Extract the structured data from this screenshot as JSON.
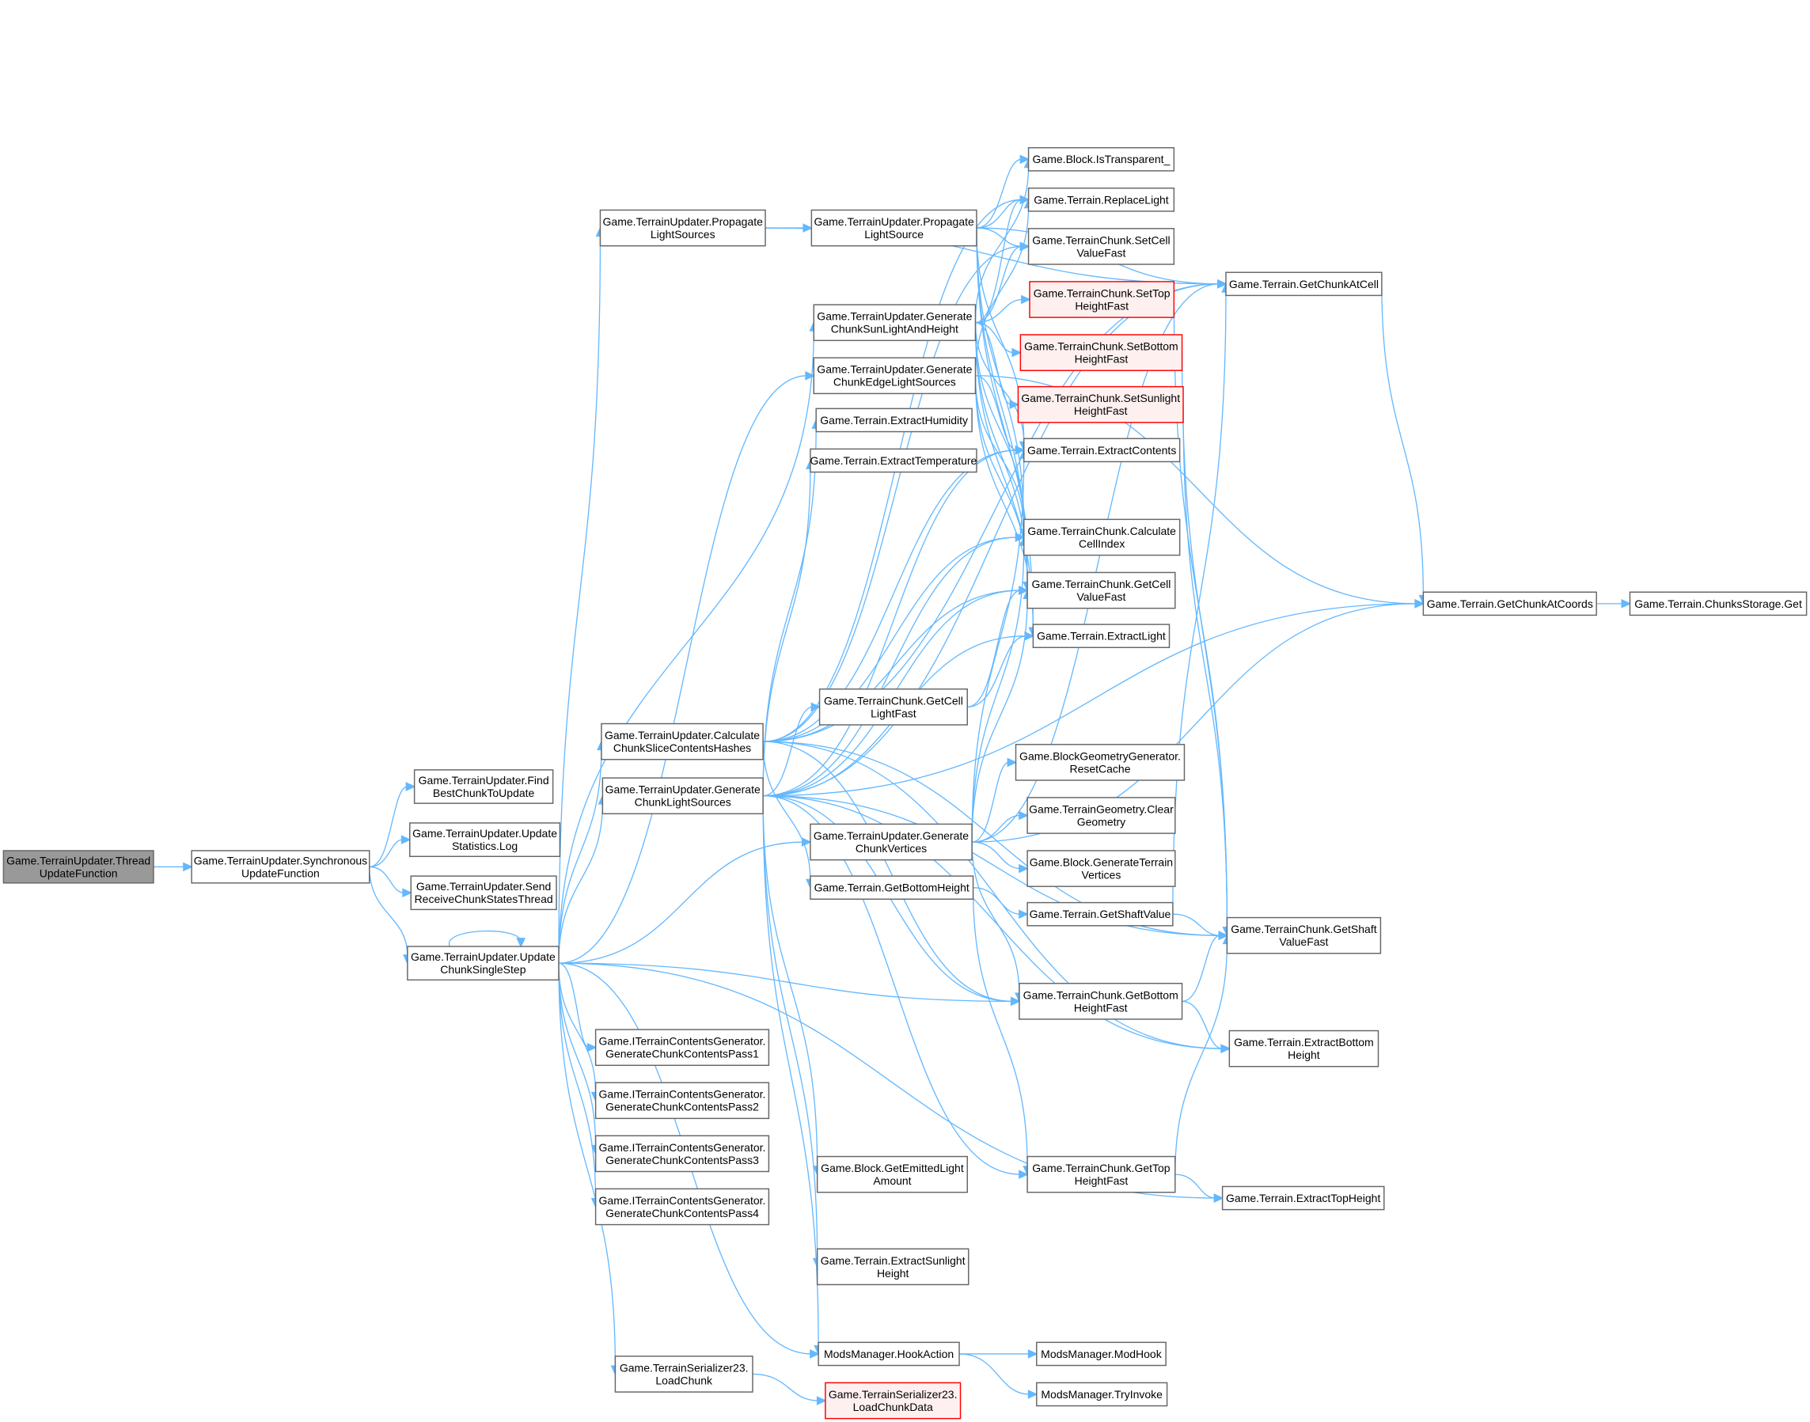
{
  "diagram": {
    "type": "call-graph",
    "colors": {
      "edge": "#63b8ff",
      "node_border": "#666666",
      "root_fill": "#999999",
      "warn_border": "#ff0000",
      "warn_fill": "#fff0f0"
    },
    "nodes": [
      {
        "id": "thread",
        "lines": [
          "Game.TerrainUpdater.Thread",
          "UpdateFunction"
        ],
        "style": "root"
      },
      {
        "id": "sync",
        "lines": [
          "Game.TerrainUpdater.Synchronous",
          "UpdateFunction"
        ]
      },
      {
        "id": "findbest",
        "lines": [
          "Game.TerrainUpdater.Find",
          "BestChunkToUpdate"
        ]
      },
      {
        "id": "statslog",
        "lines": [
          "Game.TerrainUpdater.Update",
          "Statistics.Log"
        ]
      },
      {
        "id": "sendrecv",
        "lines": [
          "Game.TerrainUpdater.Send",
          "ReceiveChunkStatesThread"
        ]
      },
      {
        "id": "singlestep",
        "lines": [
          "Game.TerrainUpdater.Update",
          "ChunkSingleStep"
        ]
      },
      {
        "id": "propsources",
        "lines": [
          "Game.TerrainUpdater.Propagate",
          "LightSources"
        ]
      },
      {
        "id": "calchashes",
        "lines": [
          "Game.TerrainUpdater.Calculate",
          "ChunkSliceContentsHashes"
        ]
      },
      {
        "id": "genlightsrc",
        "lines": [
          "Game.TerrainUpdater.Generate",
          "ChunkLightSources"
        ]
      },
      {
        "id": "pass1",
        "lines": [
          "Game.ITerrainContentsGenerator.",
          "GenerateChunkContentsPass1"
        ]
      },
      {
        "id": "pass2",
        "lines": [
          "Game.ITerrainContentsGenerator.",
          "GenerateChunkContentsPass2"
        ]
      },
      {
        "id": "pass3",
        "lines": [
          "Game.ITerrainContentsGenerator.",
          "GenerateChunkContentsPass3"
        ]
      },
      {
        "id": "pass4",
        "lines": [
          "Game.ITerrainContentsGenerator.",
          "GenerateChunkContentsPass4"
        ]
      },
      {
        "id": "loadchunk",
        "lines": [
          "Game.TerrainSerializer23.",
          "LoadChunk"
        ]
      },
      {
        "id": "propsource",
        "lines": [
          "Game.TerrainUpdater.Propagate",
          "LightSource"
        ]
      },
      {
        "id": "gensun",
        "lines": [
          "Game.TerrainUpdater.Generate",
          "ChunkSunLightAndHeight"
        ]
      },
      {
        "id": "genedge",
        "lines": [
          "Game.TerrainUpdater.Generate",
          "ChunkEdgeLightSources"
        ]
      },
      {
        "id": "humidity",
        "lines": [
          "Game.Terrain.ExtractHumidity"
        ]
      },
      {
        "id": "temperature",
        "lines": [
          "Game.Terrain.ExtractTemperature"
        ]
      },
      {
        "id": "getcelllight",
        "lines": [
          "Game.TerrainChunk.GetCell",
          "LightFast"
        ]
      },
      {
        "id": "genvertices",
        "lines": [
          "Game.TerrainUpdater.Generate",
          "ChunkVertices"
        ]
      },
      {
        "id": "getbottomh",
        "lines": [
          "Game.Terrain.GetBottomHeight"
        ]
      },
      {
        "id": "emitted",
        "lines": [
          "Game.Block.GetEmittedLight",
          "Amount"
        ]
      },
      {
        "id": "sunlighth",
        "lines": [
          "Game.Terrain.ExtractSunlight",
          "Height"
        ]
      },
      {
        "id": "hookaction",
        "lines": [
          "ModsManager.HookAction"
        ]
      },
      {
        "id": "loadchunkdata",
        "lines": [
          "Game.TerrainSerializer23.",
          "LoadChunkData"
        ],
        "style": "red"
      },
      {
        "id": "istransparent",
        "lines": [
          "Game.Block.IsTransparent_"
        ]
      },
      {
        "id": "replacelight",
        "lines": [
          "Game.Terrain.ReplaceLight"
        ]
      },
      {
        "id": "setcell",
        "lines": [
          "Game.TerrainChunk.SetCell",
          "ValueFast"
        ]
      },
      {
        "id": "settop",
        "lines": [
          "Game.TerrainChunk.SetTop",
          "HeightFast"
        ],
        "style": "red"
      },
      {
        "id": "setbottom",
        "lines": [
          "Game.TerrainChunk.SetBottom",
          "HeightFast"
        ],
        "style": "red"
      },
      {
        "id": "setsun",
        "lines": [
          "Game.TerrainChunk.SetSunlight",
          "HeightFast"
        ],
        "style": "red"
      },
      {
        "id": "extcontents",
        "lines": [
          "Game.Terrain.ExtractContents"
        ]
      },
      {
        "id": "calcindex",
        "lines": [
          "Game.TerrainChunk.Calculate",
          "CellIndex"
        ]
      },
      {
        "id": "getcellvalue",
        "lines": [
          "Game.TerrainChunk.GetCell",
          "ValueFast"
        ]
      },
      {
        "id": "extlight",
        "lines": [
          "Game.Terrain.ExtractLight"
        ]
      },
      {
        "id": "resetcache",
        "lines": [
          "Game.BlockGeometryGenerator.",
          "ResetCache"
        ]
      },
      {
        "id": "cleargeom",
        "lines": [
          "Game.TerrainGeometry.Clear",
          "Geometry"
        ]
      },
      {
        "id": "genterrverts",
        "lines": [
          "Game.Block.GenerateTerrain",
          "Vertices"
        ]
      },
      {
        "id": "getshaft",
        "lines": [
          "Game.Terrain.GetShaftValue"
        ]
      },
      {
        "id": "getbottomfast",
        "lines": [
          "Game.TerrainChunk.GetBottom",
          "HeightFast"
        ]
      },
      {
        "id": "gettopfast",
        "lines": [
          "Game.TerrainChunk.GetTop",
          "HeightFast"
        ]
      },
      {
        "id": "getchunkcell",
        "lines": [
          "Game.Terrain.GetChunkAtCell"
        ]
      },
      {
        "id": "getshaftfast",
        "lines": [
          "Game.TerrainChunk.GetShaft",
          "ValueFast"
        ]
      },
      {
        "id": "extbottom",
        "lines": [
          "Game.Terrain.ExtractBottom",
          "Height"
        ]
      },
      {
        "id": "exttop",
        "lines": [
          "Game.Terrain.ExtractTopHeight"
        ]
      },
      {
        "id": "getchunkcoords",
        "lines": [
          "Game.Terrain.GetChunkAtCoords"
        ]
      },
      {
        "id": "chunksget",
        "lines": [
          "Game.Terrain.ChunksStorage.Get"
        ]
      },
      {
        "id": "modhook",
        "lines": [
          "ModsManager.ModHook"
        ]
      },
      {
        "id": "tryinvoke",
        "lines": [
          "ModsManager.TryInvoke"
        ]
      }
    ],
    "edges": [
      [
        "thread",
        "sync"
      ],
      [
        "sync",
        "findbest"
      ],
      [
        "sync",
        "statslog"
      ],
      [
        "sync",
        "sendrecv"
      ],
      [
        "sync",
        "singlestep"
      ],
      [
        "singlestep",
        "singlestep"
      ],
      [
        "singlestep",
        "propsources"
      ],
      [
        "singlestep",
        "calchashes"
      ],
      [
        "singlestep",
        "genlightsrc"
      ],
      [
        "singlestep",
        "gensun"
      ],
      [
        "singlestep",
        "genedge"
      ],
      [
        "singlestep",
        "genvertices"
      ],
      [
        "singlestep",
        "pass1"
      ],
      [
        "singlestep",
        "pass2"
      ],
      [
        "singlestep",
        "pass3"
      ],
      [
        "singlestep",
        "pass4"
      ],
      [
        "singlestep",
        "loadchunk"
      ],
      [
        "singlestep",
        "hookaction"
      ],
      [
        "singlestep",
        "getbottomfast"
      ],
      [
        "singlestep",
        "exttop"
      ],
      [
        "propsources",
        "propsource"
      ],
      [
        "propsources",
        "getchunkcell"
      ],
      [
        "propsource",
        "istransparent"
      ],
      [
        "propsource",
        "replacelight"
      ],
      [
        "propsource",
        "setcell"
      ],
      [
        "propsource",
        "getchunkcell"
      ],
      [
        "propsource",
        "calcindex"
      ],
      [
        "propsource",
        "getcellvalue"
      ],
      [
        "propsource",
        "extlight"
      ],
      [
        "propsource",
        "extcontents"
      ],
      [
        "gensun",
        "istransparent"
      ],
      [
        "gensun",
        "replacelight"
      ],
      [
        "gensun",
        "setcell"
      ],
      [
        "gensun",
        "settop"
      ],
      [
        "gensun",
        "setbottom"
      ],
      [
        "gensun",
        "setsun"
      ],
      [
        "gensun",
        "extcontents"
      ],
      [
        "gensun",
        "calcindex"
      ],
      [
        "gensun",
        "getcellvalue"
      ],
      [
        "gensun",
        "extlight"
      ],
      [
        "genedge",
        "replacelight"
      ],
      [
        "genedge",
        "extcontents"
      ],
      [
        "genedge",
        "calcindex"
      ],
      [
        "genedge",
        "getcellvalue"
      ],
      [
        "genedge",
        "extlight"
      ],
      [
        "genedge",
        "getchunkcoords"
      ],
      [
        "calchashes",
        "getchunkcell"
      ],
      [
        "calchashes",
        "replacelight"
      ],
      [
        "calchashes",
        "setcell"
      ],
      [
        "calchashes",
        "calcindex"
      ],
      [
        "calchashes",
        "getcellvalue"
      ],
      [
        "calchashes",
        "extcontents"
      ],
      [
        "calchashes",
        "getshaftfast"
      ],
      [
        "calchashes",
        "getbottomfast"
      ],
      [
        "calchashes",
        "extbottom"
      ],
      [
        "calchashes",
        "getbottomh"
      ],
      [
        "genlightsrc",
        "humidity"
      ],
      [
        "genlightsrc",
        "temperature"
      ],
      [
        "genlightsrc",
        "getcelllight"
      ],
      [
        "genlightsrc",
        "extcontents"
      ],
      [
        "genlightsrc",
        "calcindex"
      ],
      [
        "genlightsrc",
        "getcellvalue"
      ],
      [
        "genlightsrc",
        "extlight"
      ],
      [
        "genlightsrc",
        "getchunkcell"
      ],
      [
        "genlightsrc",
        "getchunkcoords"
      ],
      [
        "genlightsrc",
        "emitted"
      ],
      [
        "genlightsrc",
        "sunlighth"
      ],
      [
        "genlightsrc",
        "hookaction"
      ],
      [
        "genlightsrc",
        "gettopfast"
      ],
      [
        "genlightsrc",
        "getbottomfast"
      ],
      [
        "genlightsrc",
        "extbottom"
      ],
      [
        "genlightsrc",
        "getshaftfast"
      ],
      [
        "getcelllight",
        "extlight"
      ],
      [
        "getcelllight",
        "getcellvalue"
      ],
      [
        "genvertices",
        "resetcache"
      ],
      [
        "genvertices",
        "cleargeom"
      ],
      [
        "genvertices",
        "genterrverts"
      ],
      [
        "genvertices",
        "getchunkcell"
      ],
      [
        "genvertices",
        "calcindex"
      ],
      [
        "genvertices",
        "getcellvalue"
      ],
      [
        "genvertices",
        "extcontents"
      ],
      [
        "genvertices",
        "getbottomfast"
      ],
      [
        "genvertices",
        "getchunkcoords"
      ],
      [
        "getbottomh",
        "getshaft"
      ],
      [
        "getbottomh",
        "gettopfast"
      ],
      [
        "getshaft",
        "getshaftfast"
      ],
      [
        "getshaft",
        "getchunkcell"
      ],
      [
        "settop",
        "getshaftfast"
      ],
      [
        "setbottom",
        "getshaftfast"
      ],
      [
        "setsun",
        "getshaftfast"
      ],
      [
        "getbottomfast",
        "getshaftfast"
      ],
      [
        "getbottomfast",
        "extbottom"
      ],
      [
        "gettopfast",
        "getshaftfast"
      ],
      [
        "gettopfast",
        "exttop"
      ],
      [
        "getchunkcell",
        "getchunkcoords"
      ],
      [
        "getchunkcoords",
        "chunksget"
      ],
      [
        "hookaction",
        "modhook"
      ],
      [
        "hookaction",
        "tryinvoke"
      ],
      [
        "loadchunk",
        "loadchunkdata"
      ]
    ]
  }
}
